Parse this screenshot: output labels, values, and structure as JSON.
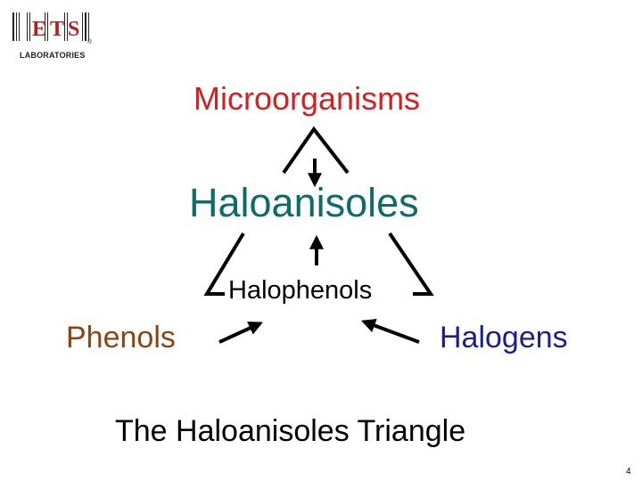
{
  "logo": {
    "letters": "ETS",
    "registered": "®",
    "subtitle": "LABORATORIES",
    "brand_color": "#b0201c"
  },
  "nodes": {
    "microorganisms": "Microorganisms",
    "haloanisoles": "Haloanisoles",
    "halophenols": "Halophenols",
    "phenols": "Phenols",
    "halogens": "Halogens"
  },
  "caption": "The Haloanisoles Triangle",
  "page_number": "4",
  "colors": {
    "microorganisms": "#d42020",
    "haloanisoles": "#0e6b6b",
    "phenols": "#8b4513",
    "halogens": "#1a1f8f",
    "lines": "#000000"
  }
}
